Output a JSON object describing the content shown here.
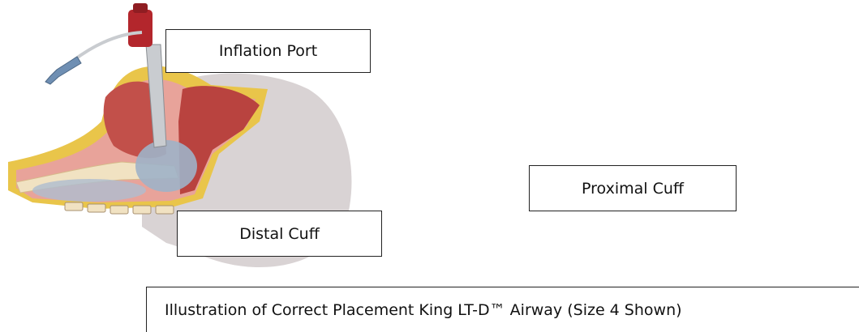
{
  "labels": {
    "inflation_port": "Inflation Port",
    "distal_cuff": "Distal Cuff",
    "proximal_cuff": "Proximal Cuff"
  },
  "caption": "Illustration of Correct Placement King LT-D™ Airway (Size 4 Shown)",
  "colors": {
    "tissue_red": "#c2504a",
    "tissue_pink": "#e8a39a",
    "bone_cream": "#f1e2c2",
    "fat_yellow": "#e9c54a",
    "shadow_gray": "#d9d3d4",
    "cuff_blue": "#9fb2c8",
    "connector_red": "#b3262c",
    "tube_gray": "#c9ccd0"
  }
}
